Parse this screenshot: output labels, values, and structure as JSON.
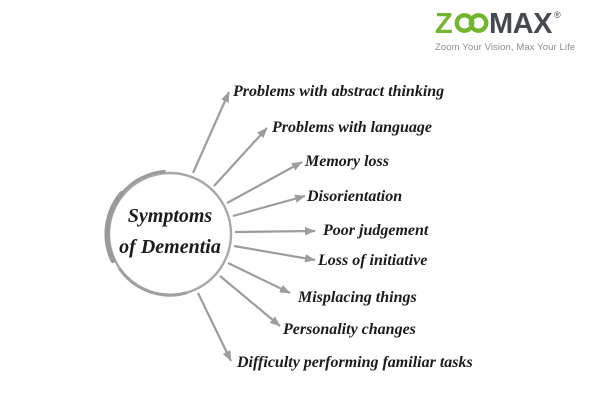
{
  "logo": {
    "brand_z": "Z",
    "brand_max": "MAX",
    "registered_mark": "®",
    "tagline": "Zoom Your Vision, Max Your Life",
    "infinity_icon": "infinity-oo-icon",
    "colors": {
      "green": "#71b62c",
      "dark_gray": "#454a50",
      "tagline_gray": "#8a8d8f"
    }
  },
  "diagram": {
    "center_label": {
      "line1": "Symptoms",
      "line2": "of Dementia"
    },
    "symptoms": [
      "Problems with abstract thinking",
      "Problems with language",
      "Memory loss",
      "Disorientation",
      "Poor judgement",
      "Loss of initiative",
      "Misplacing things",
      "Personality changes",
      "Difficulty performing familiar tasks"
    ],
    "colors": {
      "arrow_gray": "#9d9d9d",
      "circle_gray": "#a8a8a8",
      "swoosh_gray": "#9a9a9a",
      "text": "#1b1b1b"
    }
  }
}
